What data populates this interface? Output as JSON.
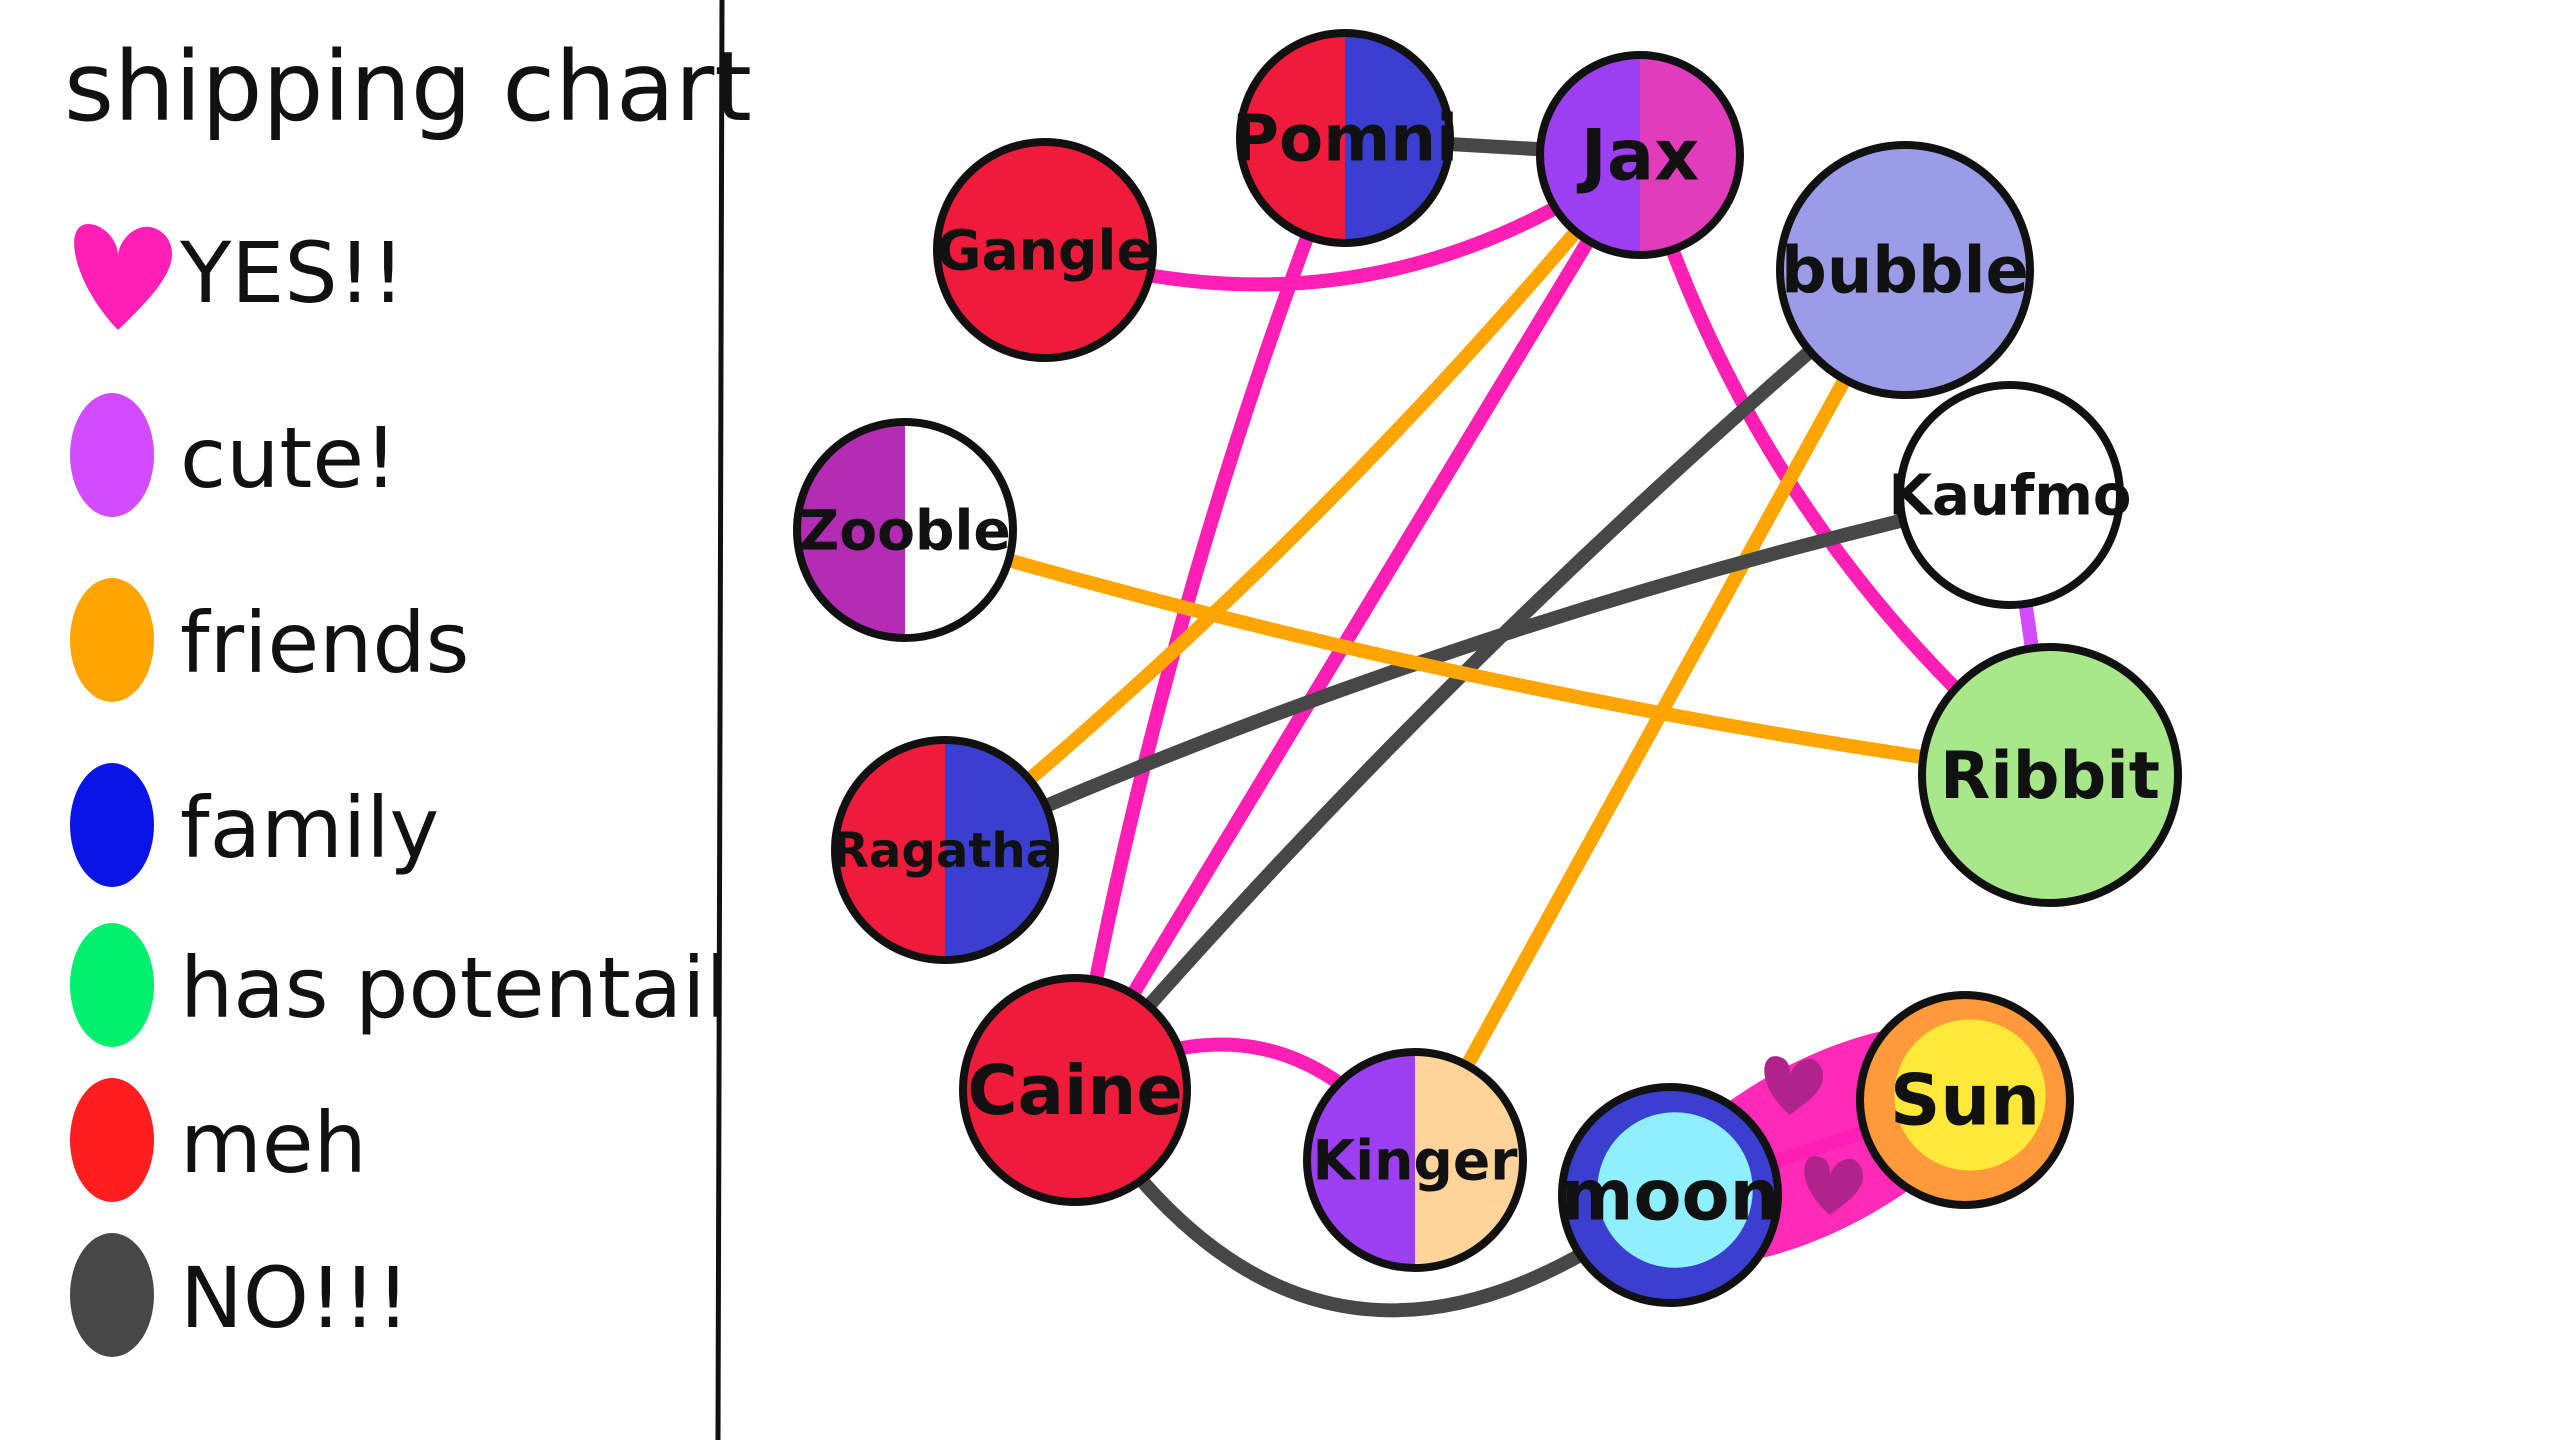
{
  "title": "shipping chart",
  "legend": [
    {
      "key": "yes",
      "label": "YES!!",
      "color": "#ff1fb4",
      "shape": "heart"
    },
    {
      "key": "cute",
      "label": "cute!",
      "color": "#d24bff",
      "shape": "blob"
    },
    {
      "key": "friends",
      "label": "friends",
      "color": "#ffa500",
      "shape": "blob"
    },
    {
      "key": "family",
      "label": "family",
      "color": "#0a14e6",
      "shape": "blob"
    },
    {
      "key": "potential",
      "label": "has potentail",
      "color": "#00f06e",
      "shape": "blob"
    },
    {
      "key": "meh",
      "label": "meh",
      "color": "#ff1e1e",
      "shape": "blob"
    },
    {
      "key": "no",
      "label": "NO!!!",
      "color": "#474747",
      "shape": "blob"
    }
  ],
  "nodes": [
    {
      "id": "pomni",
      "label": "Pomni",
      "colors": [
        "#ee1c3a",
        "#3a3fcf"
      ]
    },
    {
      "id": "jax",
      "label": "Jax",
      "colors": [
        "#9b3ff0",
        "#e03cbc"
      ]
    },
    {
      "id": "gangle",
      "label": "Gangle",
      "colors": [
        "#ee1c3a"
      ]
    },
    {
      "id": "bubble",
      "label": "bubble",
      "colors": [
        "#9b9ce8"
      ]
    },
    {
      "id": "zooble",
      "label": "Zooble",
      "colors": [
        "#b42cb4",
        "#ffffff"
      ]
    },
    {
      "id": "kaufmo",
      "label": "Kaufmo",
      "colors": [
        "#ffffff"
      ]
    },
    {
      "id": "ragatha",
      "label": "Ragatha",
      "colors": [
        "#ee1c3a",
        "#3a3fcf"
      ]
    },
    {
      "id": "ribbit",
      "label": "Ribbit",
      "colors": [
        "#a8e88a"
      ]
    },
    {
      "id": "caine",
      "label": "Caine",
      "colors": [
        "#ee1c3a"
      ]
    },
    {
      "id": "kinger",
      "label": "Kinger",
      "colors": [
        "#9b3ff0",
        "#ffd49a"
      ]
    },
    {
      "id": "moon",
      "label": "moon",
      "colors": [
        "#3a3fcf",
        "#8ef0ff"
      ]
    },
    {
      "id": "sun",
      "label": "Sun",
      "colors": [
        "#ff9a3a",
        "#ffe83a"
      ]
    }
  ],
  "edges": [
    {
      "from": "pomni",
      "to": "jax",
      "relation": "no"
    },
    {
      "from": "gangle",
      "to": "jax",
      "relation": "yes"
    },
    {
      "from": "pomni",
      "to": "caine",
      "relation": "yes"
    },
    {
      "from": "jax",
      "to": "ragatha",
      "relation": "friends"
    },
    {
      "from": "jax",
      "to": "caine",
      "relation": "yes"
    },
    {
      "from": "jax",
      "to": "ribbit",
      "relation": "yes"
    },
    {
      "from": "bubble",
      "to": "caine",
      "relation": "no"
    },
    {
      "from": "bubble",
      "to": "kinger",
      "relation": "friends"
    },
    {
      "from": "kaufmo",
      "to": "ragatha",
      "relation": "no"
    },
    {
      "from": "kaufmo",
      "to": "ribbit",
      "relation": "cute"
    },
    {
      "from": "zooble",
      "to": "ribbit",
      "relation": "friends"
    },
    {
      "from": "caine",
      "to": "kinger",
      "relation": "yes"
    },
    {
      "from": "caine",
      "to": "moon",
      "relation": "no"
    },
    {
      "from": "moon",
      "to": "sun",
      "relation": "yes"
    }
  ]
}
